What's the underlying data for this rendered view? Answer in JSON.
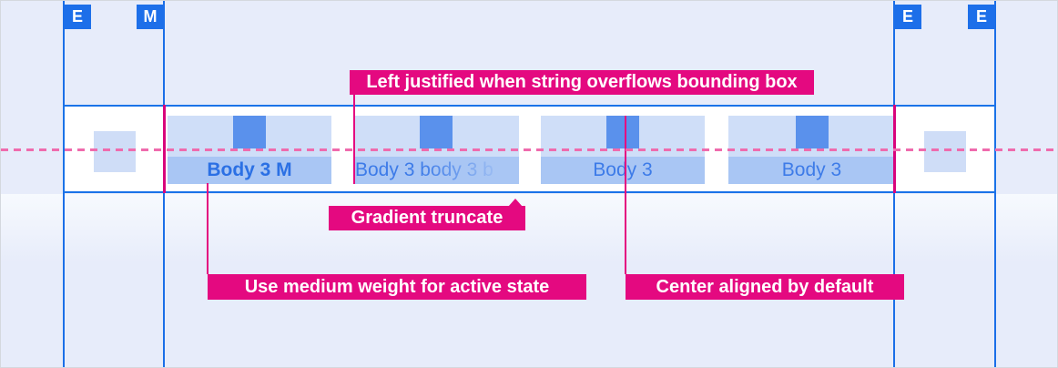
{
  "markers": [
    {
      "label": "E"
    },
    {
      "label": "M"
    },
    {
      "label": "E"
    },
    {
      "label": "E"
    }
  ],
  "tabs": [
    {
      "label": "Body 3 M",
      "state": "active",
      "alignment": "center",
      "weight": "medium"
    },
    {
      "label": "Body 3 body 3 b",
      "state": "default",
      "alignment": "left",
      "truncation": "gradient"
    },
    {
      "label": "Body 3",
      "state": "default",
      "alignment": "center"
    },
    {
      "label": "Body 3",
      "state": "default",
      "alignment": "center"
    }
  ],
  "annotations": {
    "overflow": "Left justified when string overflows bounding box",
    "gradient": "Gradient truncate",
    "active_weight": "Use medium weight for active state",
    "center_align": "Center aligned by default"
  },
  "icons": {
    "tab_icon": "icon-placeholder-square",
    "leading": "leading-placeholder-square",
    "trailing": "trailing-placeholder-square"
  },
  "colors": {
    "background": "#e7ecfa",
    "guide_blue": "#1b6fe8",
    "marker_blue": "#1d6fe9",
    "bar_border": "#1a73e8",
    "annotation_magenta": "#e40980",
    "baseline_pink": "#ef6bad",
    "tab_background": "#cfdef8",
    "tab_label_band": "#a9c6f4",
    "icon_square_blue": "#5a91ec",
    "active_text": "#2b70e4",
    "default_text": "#3d7be8"
  }
}
